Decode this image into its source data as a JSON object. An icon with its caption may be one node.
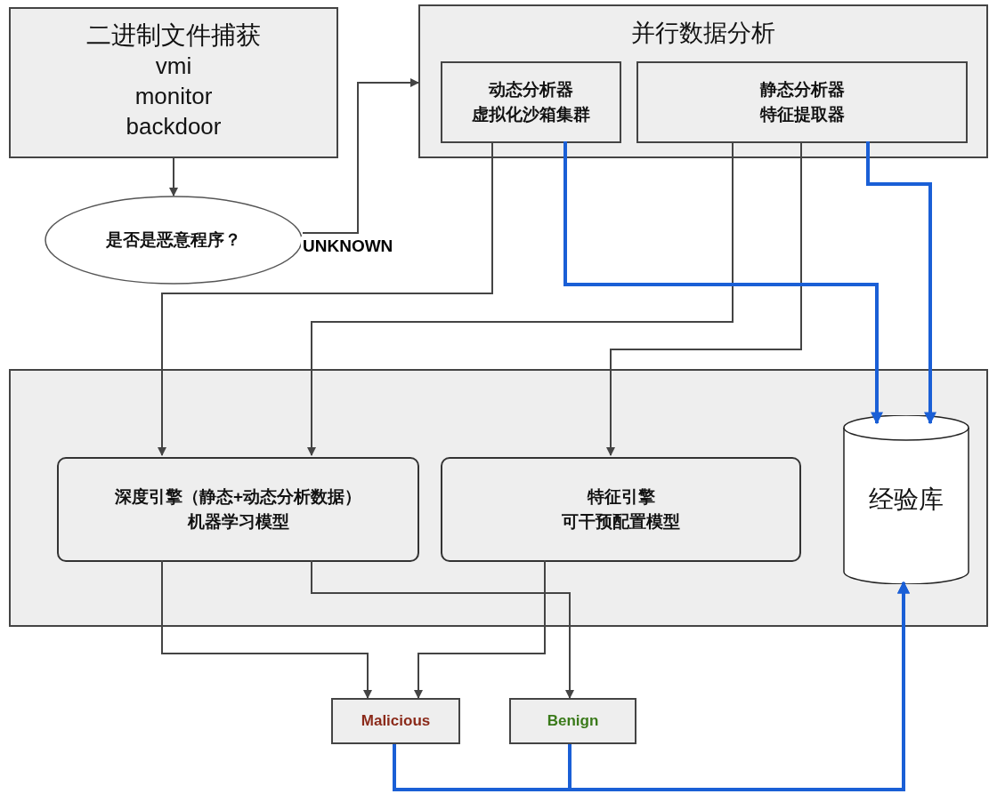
{
  "diagram": {
    "nodes": [
      {
        "text": [
          "二进制文件捕获",
          "vmi",
          "monitor",
          "backdoor"
        ]
      },
      {
        "text": [
          "是否是恶意程序？"
        ]
      },
      {
        "text": [
          "并行数据分析"
        ]
      },
      {
        "text": [
          "动态分析器",
          "虚拟化沙箱集群"
        ],
        "in": 2
      },
      {
        "text": [
          "静态分析器",
          "特征提取器"
        ],
        "in": 2
      },
      {
        "text": [],
        "shape": "box"
      },
      {
        "text": [
          "深度引擎（静态+动态分析数据）",
          "机器学习模型"
        ],
        "in": 5
      },
      {
        "text": [
          "特征引擎",
          "可干预配置模型"
        ],
        "in": 5
      },
      {
        "text": [
          "经验库"
        ],
        "in": 5
      },
      {
        "text": [
          "Malicious"
        ]
      },
      {
        "text": [
          "Benign"
        ]
      }
    ],
    "edges": [
      {
        "from": 0,
        "to": 1,
        "arrow": "to"
      },
      {
        "from": 1,
        "to": 2,
        "arrow": "to",
        "label": "UNKNOWN"
      },
      {
        "from": 3,
        "to": 6,
        "arrow": "to"
      },
      {
        "from": 4,
        "to": 6,
        "arrow": "to"
      },
      {
        "from": 4,
        "to": 7,
        "arrow": "to"
      },
      {
        "from": 3,
        "to": 8,
        "arrow": "to",
        "style": "thick",
        "color": "#1a5fd6"
      },
      {
        "from": 4,
        "to": 8,
        "arrow": "to",
        "style": "thick",
        "color": "#1a5fd6"
      },
      {
        "from": 6,
        "to": 9,
        "arrow": "to"
      },
      {
        "from": 6,
        "to": 10,
        "arrow": "to"
      },
      {
        "from": 7,
        "to": 9,
        "arrow": "to"
      },
      {
        "from": 9,
        "to": 8,
        "arrow": "to",
        "style": "thick",
        "color": "#1a5fd6"
      },
      {
        "from": 10,
        "to": 8,
        "arrow": "to",
        "style": "thick",
        "color": "#1a5fd6"
      }
    ]
  }
}
